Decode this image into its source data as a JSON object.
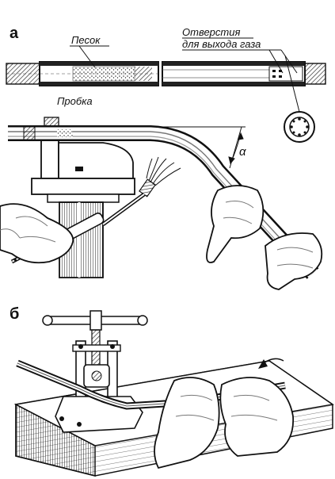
{
  "panels": {
    "a": {
      "letter": "а",
      "labels": {
        "sand": "Песок",
        "holes_line1": "Отверстия",
        "holes_line2": "для выхода газа",
        "plug": "Пробка",
        "angle": "α"
      }
    },
    "b": {
      "letter": "б"
    }
  },
  "colors": {
    "ink": "#1a1a1a",
    "paper": "#ffffff",
    "shade": "#9a9a9a"
  }
}
